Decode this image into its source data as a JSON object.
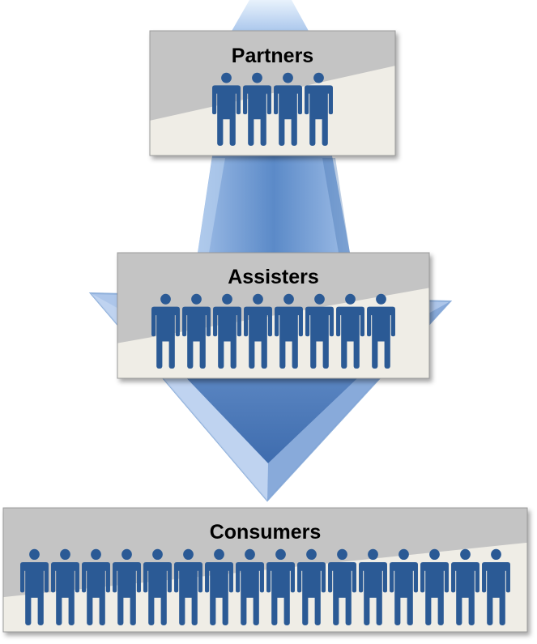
{
  "diagram": {
    "colors": {
      "people": "#2b5a95",
      "box_light": "#efede6",
      "box_dark": "#c4c4c4",
      "box_border": "#9a9a9a",
      "arrow_light": "#c2d6ef",
      "arrow_mid": "#8fb0db",
      "arrow_dark": "#4f7fbf"
    },
    "icon": "person-icon",
    "tiers": [
      {
        "label": "Partners",
        "people_count": 4
      },
      {
        "label": "Assisters",
        "people_count": 8
      },
      {
        "label": "Consumers",
        "people_count": 16
      }
    ]
  }
}
